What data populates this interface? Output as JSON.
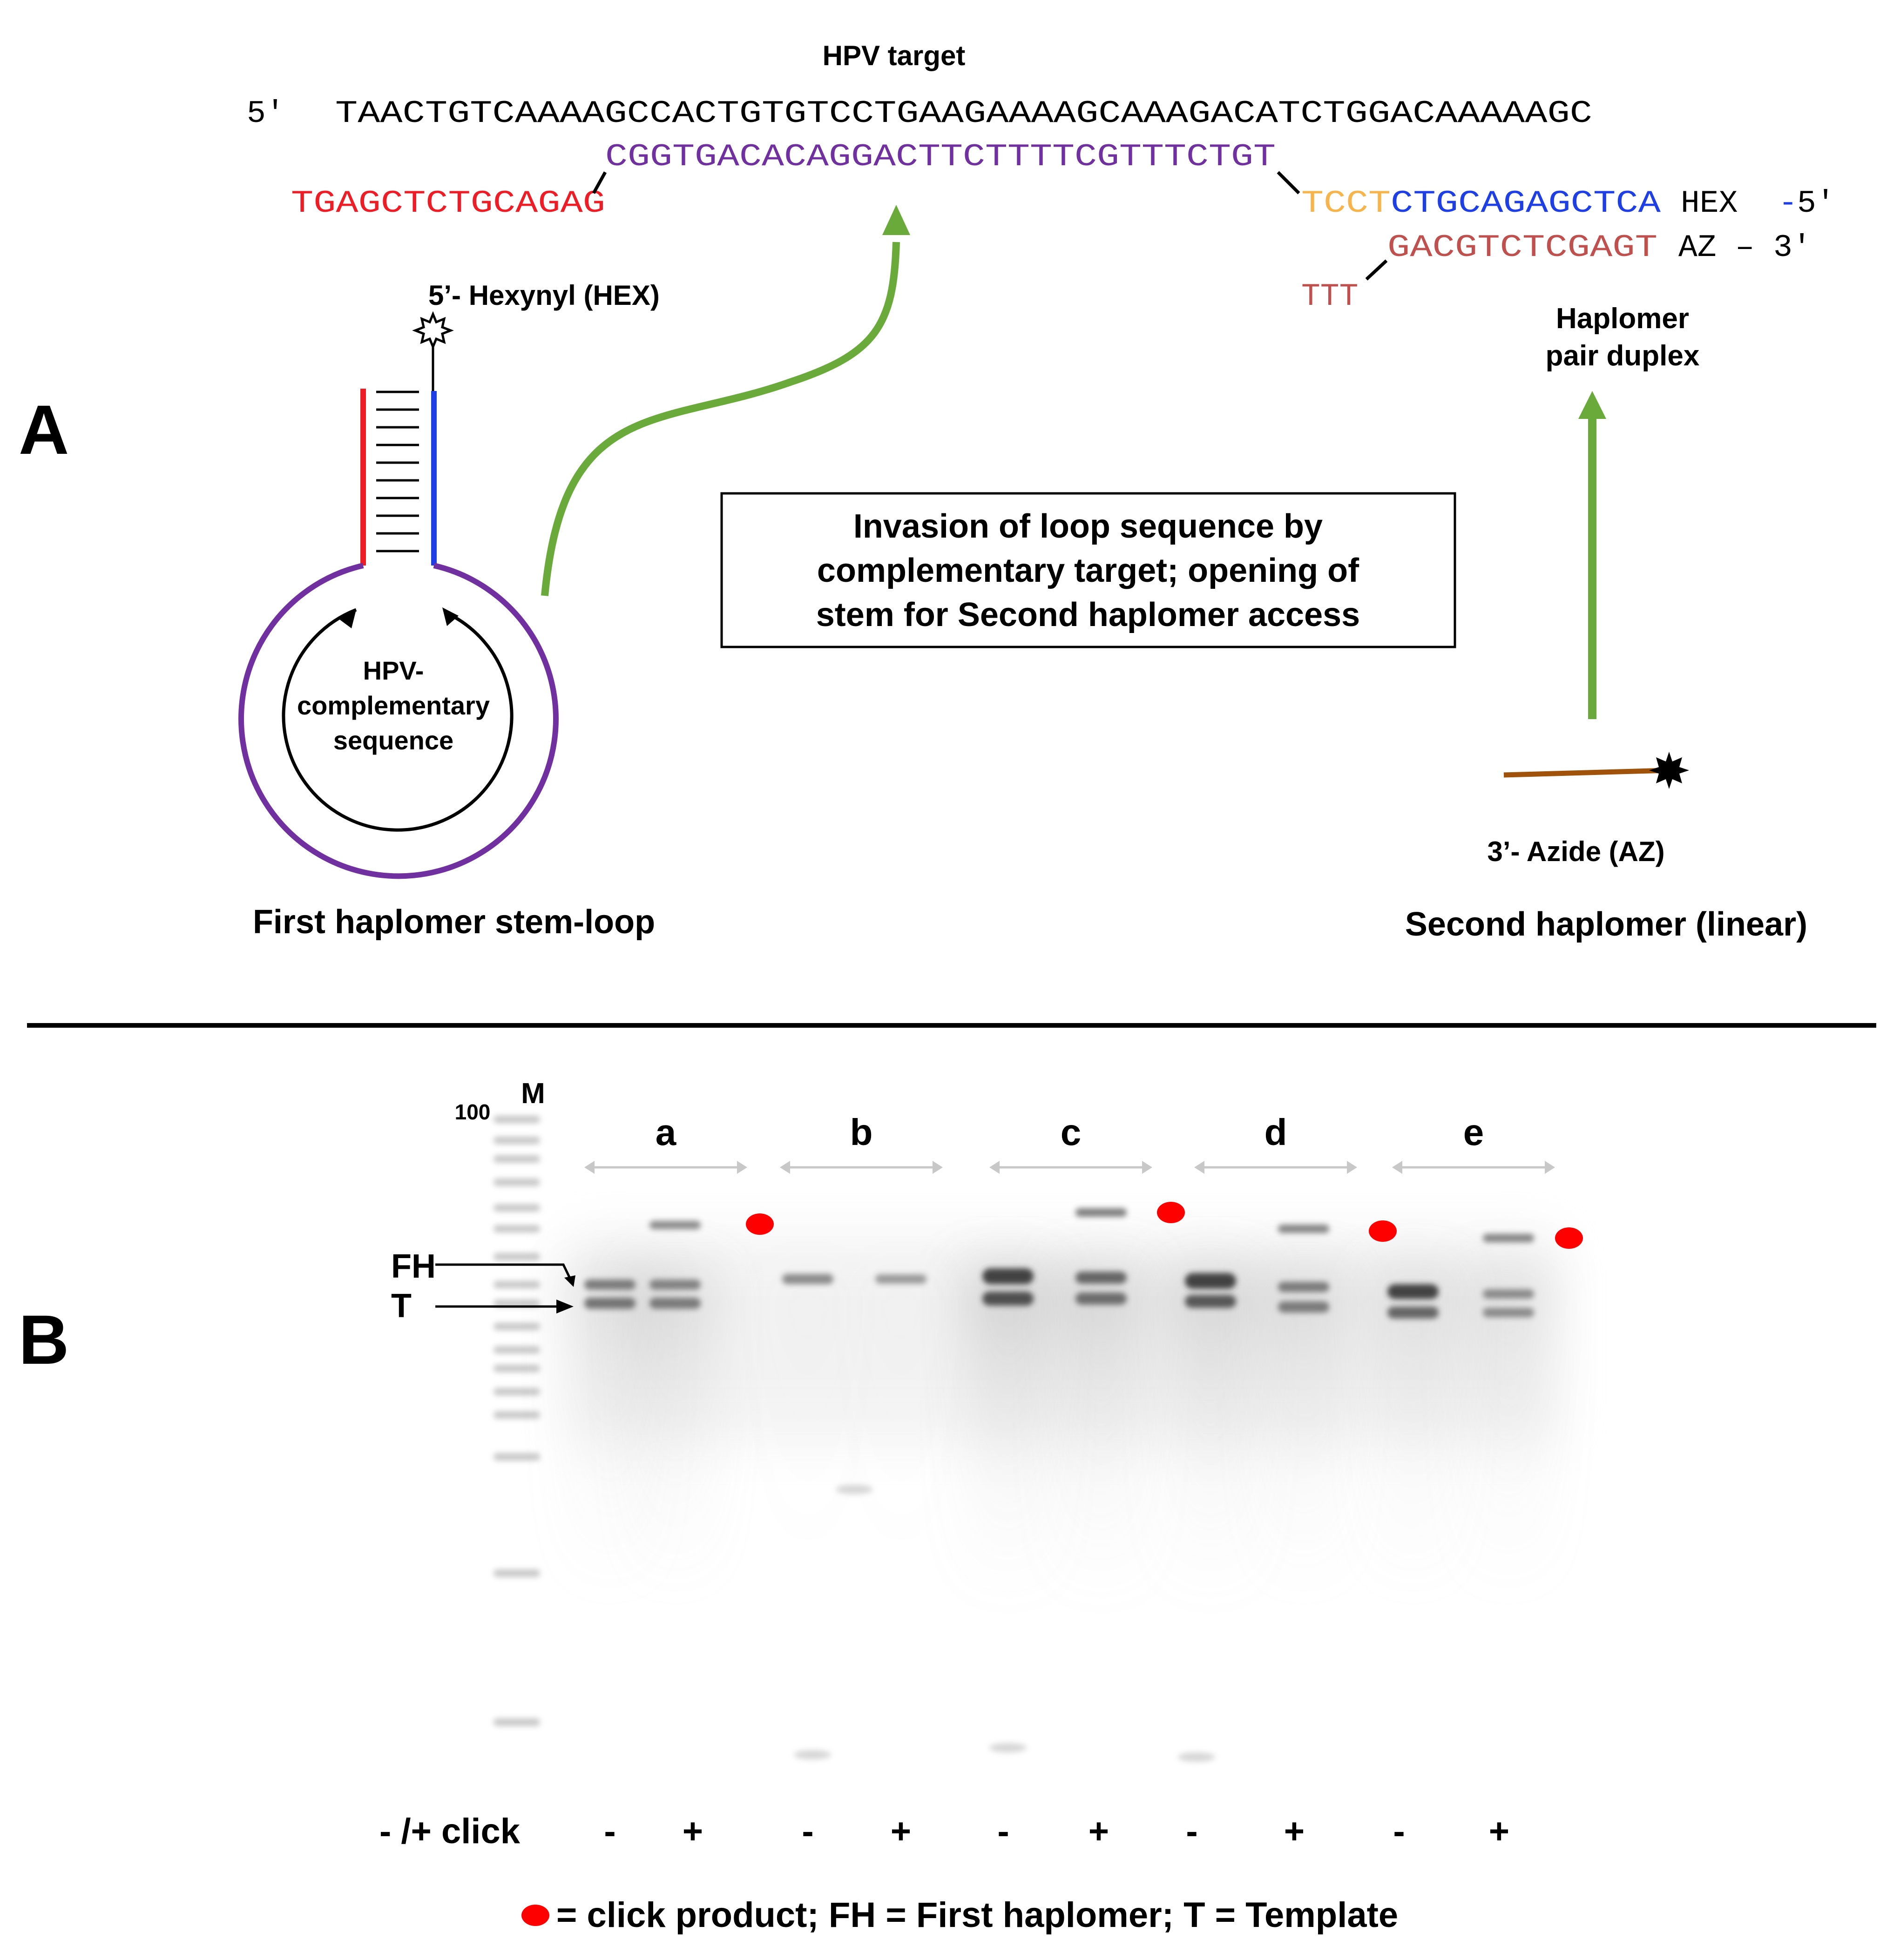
{
  "panel_a": {
    "label": "A",
    "hpv_target_title": "HPV target",
    "target_prime": "5′",
    "target_seq": "TAACTGTCAAAAGCCACTGTGTCCTGAAGAAAAGCAAAGACATCTGGACAAAAAGC",
    "loop_seq": "CGGTGACACAGGACTTCTTTTCGTTTCTGT",
    "stem_red_seq": "TGAGCTCTGCAGAG",
    "spacer_seq": "TCCT",
    "stem_blue_seq": "CTGCAGAGCTCA",
    "hex_label": "HEX",
    "hex_dash": "-",
    "hex_end": "5′",
    "second_seq": "GACGTCTCGAGT",
    "az_label": "AZ – 3′",
    "ttt_seq": "TTT",
    "hexynyl_label": "5’- Hexynyl (HEX)",
    "loop_inner_label": [
      "HPV-",
      "complementary",
      "sequence"
    ],
    "first_haplomer_caption": "First haplomer stem-loop",
    "box_text": [
      "Invasion of loop sequence by",
      "complementary target; opening of",
      "stem for Second haplomer access"
    ],
    "haplomer_pair_label": [
      "Haplomer",
      "pair duplex"
    ],
    "azide_label": "3’- Azide (AZ)",
    "second_haplomer_caption": "Second haplomer (linear)",
    "colors": {
      "red_stem": "#ee1c25",
      "blue_stem": "#1e3fe6",
      "loop_purple": "#7030a0",
      "spacer_orange": "#f6b44a",
      "second_brown": "#c0504d",
      "linker_brown": "#a0520b",
      "arrow_green": "#6aaa3a"
    }
  },
  "panel_b": {
    "label": "B",
    "marker_label": "M",
    "marker_size": "100",
    "groups": [
      "a",
      "b",
      "c",
      "d",
      "e"
    ],
    "band_labels": [
      "FH",
      "T"
    ],
    "click_row_label": "- /+ click",
    "lane_signs": [
      "-",
      "+",
      "-",
      "+",
      "-",
      "+",
      "-",
      "+",
      "-",
      "+"
    ],
    "legend_text": "= click product; FH = First haplomer; T = Template",
    "click_product_color": "#ff0000"
  }
}
